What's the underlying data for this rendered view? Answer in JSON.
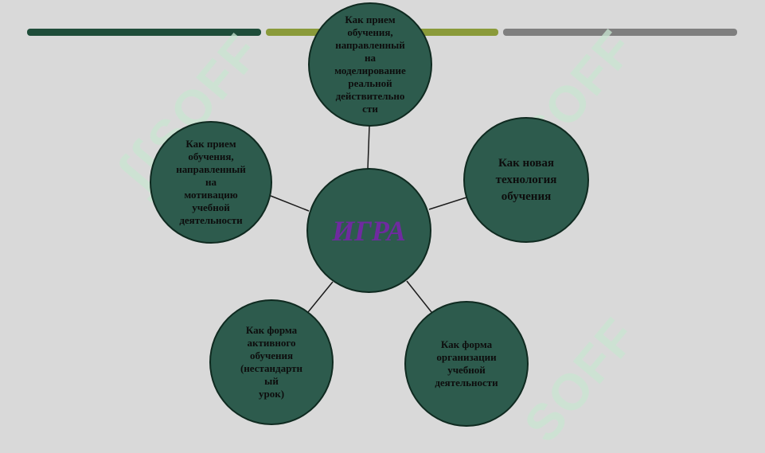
{
  "header_bars": [
    {
      "color": "#1f4d3a"
    },
    {
      "color": "#8a9a3a"
    },
    {
      "color": "#8a9a3a"
    },
    {
      "color": "#7f7f7f"
    }
  ],
  "watermark": "SOFF",
  "diagram": {
    "center": {
      "label": "ИГРА"
    },
    "nodes": [
      {
        "id": "top",
        "label": "Как прием\nобучения,\nнаправленный\nна\nмоделирование\nреальной\nдействительно\nсти"
      },
      {
        "id": "left",
        "label": "Как прием\nобучения,\nнаправленный\nна\nмотивацию\nучебной\nдеятельности"
      },
      {
        "id": "right",
        "label": "Как новая\nтехнология\nобучения"
      },
      {
        "id": "bottom-left",
        "label": "Как форма\nактивного\nобучения\n(нестандартн\nый\nурок)"
      },
      {
        "id": "bottom-right",
        "label": "Как форма\nорганизации\nучебной\nдеятельности"
      }
    ],
    "colors": {
      "node_fill": "#2d5b4d",
      "center_text": "#6f2aa0",
      "line": "#1a1a1a"
    }
  }
}
